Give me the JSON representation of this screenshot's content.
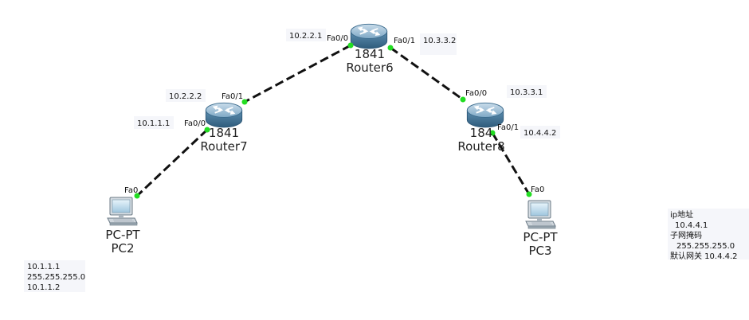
{
  "devices": {
    "router6": {
      "model": "1841",
      "name": "Router6"
    },
    "router7": {
      "model": "1841",
      "name": "Router7"
    },
    "router8": {
      "model": "184",
      "name": "Router8"
    },
    "pc2": {
      "model": "PC-PT",
      "name": "PC2"
    },
    "pc3": {
      "model": "PC-PT",
      "name": "PC3"
    }
  },
  "ports": {
    "r6_fa00": "Fa0/0",
    "r6_fa01": "Fa0/1",
    "r7_fa01": "Fa0/1",
    "r7_fa00": "Fa0/0",
    "r8_fa00": "Fa0/0",
    "r8_fa01": "Fa0/1",
    "pc2_fa0": "Fa0",
    "pc3_fa0": "Fa0"
  },
  "addresses": {
    "r6_fa00": "10.2.2.1",
    "r6_fa01": "10.3.3.2",
    "r7_fa01": "10.2.2.2",
    "r7_fa00": "10.1.1.1",
    "r8_fa00": "10.3.3.1",
    "r8_fa01": "10.4.4.2"
  },
  "notes": {
    "pc2": {
      "line1": "10.1.1.1",
      "line2": "255.255.255.0",
      "line3": "10.1.1.2"
    },
    "pc3": {
      "line1": "ip地址",
      "line2": "10.4.4.1",
      "line3": "子网掩码",
      "line4": "255.255.255.0",
      "line5": "默认网关   10.4.4.2"
    }
  },
  "colors": {
    "link": "#111111",
    "port_dot": "#22dd22",
    "router_body": "#5a8fb0",
    "note_bg": "#f5f6fa"
  }
}
